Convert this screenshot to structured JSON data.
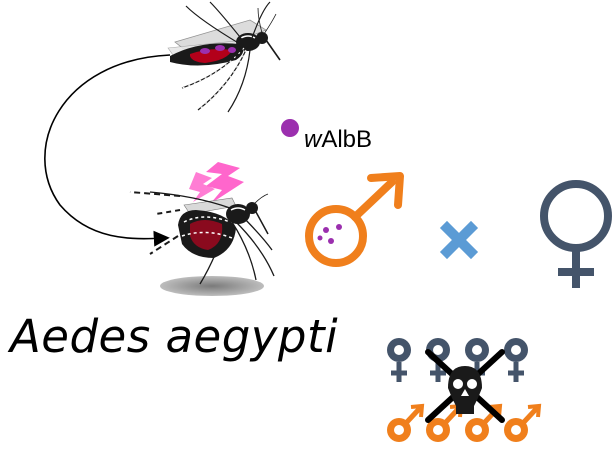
{
  "labels": {
    "wolbachia_strain_prefix": "w",
    "wolbachia_strain_suffix": "AlbB",
    "species": "Aedes aegypti"
  },
  "colors": {
    "male_symbol": "#f07f1c",
    "female_symbol": "#44546a",
    "cross": "#5b9bd5",
    "wolbachia": "#9b2fae",
    "lightning": "#ff66cc",
    "mosquito_body": "#1a1a1a",
    "blood": "#b3001a",
    "shadow": "#8f8f8f"
  },
  "icons": {
    "mosquito_feeding": "mosquito-icon",
    "mosquito_infected": "mosquito-icon",
    "transfer_arrow": "curved-arrow-icon",
    "wolbachia_dot": "wolbachia-dot-icon",
    "male_symbol": "male-symbol-icon",
    "female_symbol": "female-symbol-icon",
    "cross": "cross-icon",
    "lightning": "lightning-icon",
    "no_offspring": "skull-crossbones-icon"
  }
}
